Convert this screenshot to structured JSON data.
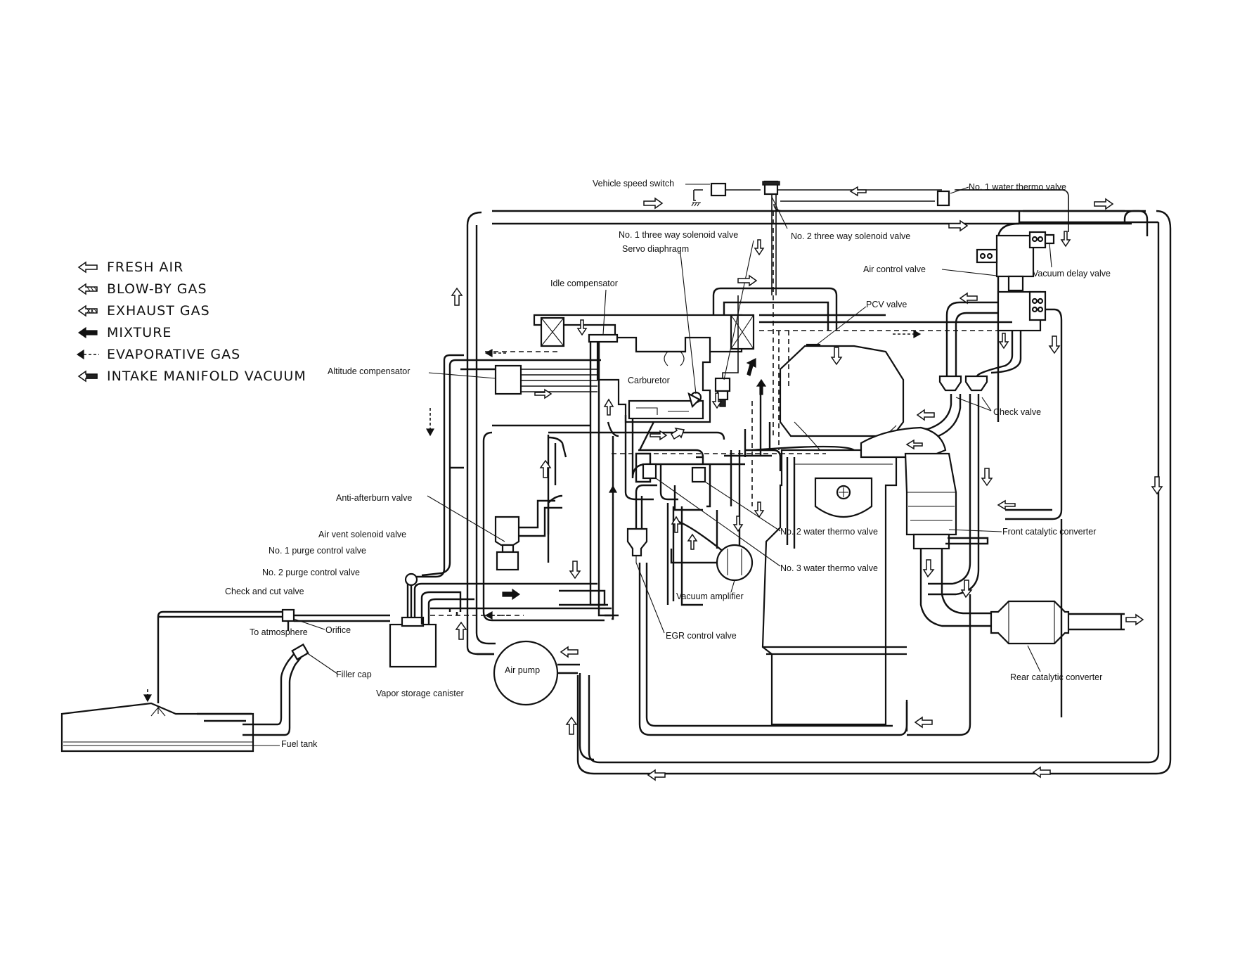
{
  "legend": {
    "fresh_air": "FRESH AIR",
    "blow_by_gas": "BLOW-BY GAS",
    "exhaust_gas": "EXHAUST GAS",
    "mixture": "MIXTURE",
    "evaporative_gas": "EVAPORATIVE GAS",
    "intake_manifold_vacuum": "INTAKE MANIFOLD VACUUM"
  },
  "labels": {
    "vehicle_speed_switch": "Vehicle speed switch",
    "no1_water_thermo_valve": "No. 1 water thermo valve",
    "no1_three_way_solenoid_valve": "No. 1 three way solenoid valve",
    "no2_three_way_solenoid_valve": "No. 2 three way solenoid valve",
    "servo_diaphragm": "Servo diaphragm",
    "air_control_valve": "Air control valve",
    "vacuum_delay_valve": "Vacuum delay valve",
    "idle_compensator": "Idle compensator",
    "pcv_valve": "PCV valve",
    "altitude_compensator": "Altitude compensator",
    "carburetor": "Carburetor",
    "check_valve": "Check valve",
    "anti_afterburn_valve": "Anti-afterburn valve",
    "air_vent_solenoid_valve": "Air vent solenoid valve",
    "no1_purge_control_valve": "No. 1 purge control valve",
    "no2_purge_control_valve": "No. 2 purge control valve",
    "check_and_cut_valve": "Check and cut valve",
    "to_atmosphere": "To atmosphere",
    "orifice": "Orifice",
    "filler_cap": "Filler cap",
    "vapor_storage_canister": "Vapor storage canister",
    "fuel_tank": "Fuel tank",
    "air_pump": "Air pump",
    "no2_water_thermo_valve": "No. 2 water thermo valve",
    "no3_water_thermo_valve": "No. 3 water thermo valve",
    "front_catalytic_converter": "Front catalytic converter",
    "vacuum_amplifier": "Vacuum amplifier",
    "egr_control_valve": "EGR control valve",
    "rear_catalytic_converter": "Rear catalytic converter"
  }
}
